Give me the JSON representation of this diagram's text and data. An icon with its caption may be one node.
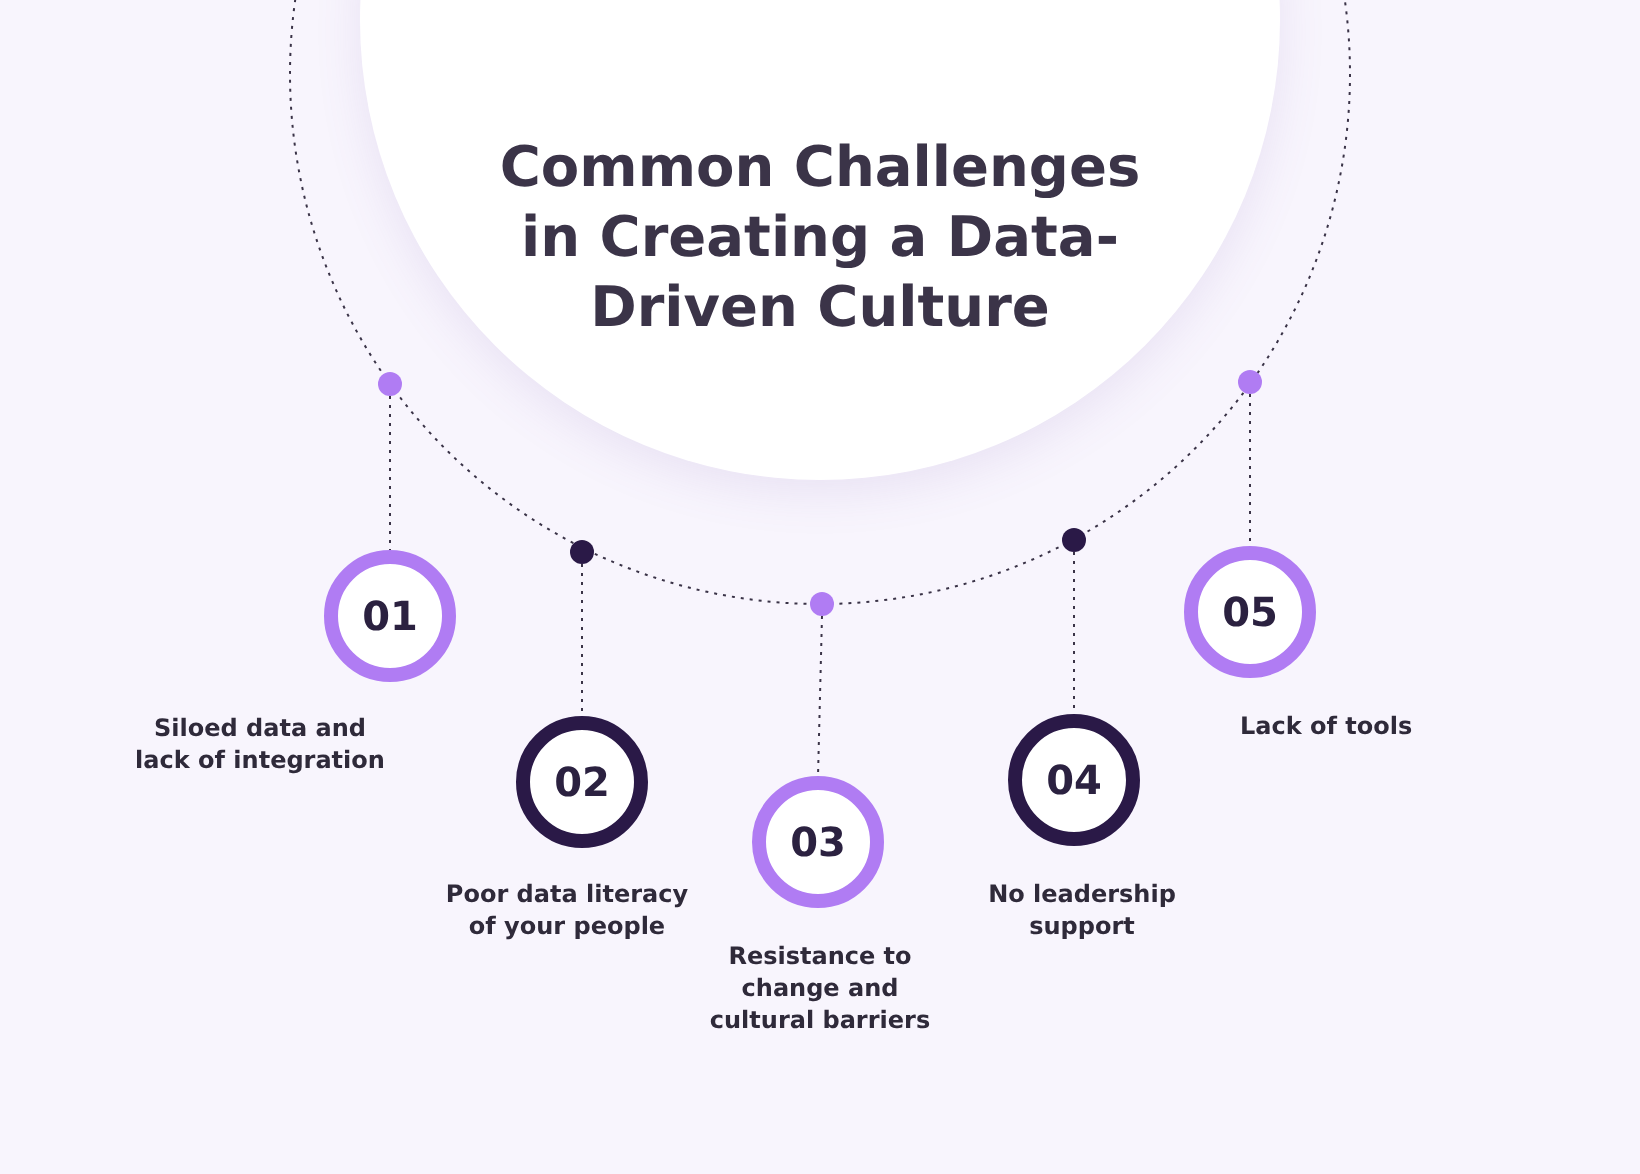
{
  "diagram": {
    "title": "Common Challenges in Creating a Data-Driven Culture",
    "nodes": [
      {
        "text": [],
        "shape": "circle"
      },
      {
        "text": [],
        "shape": "circle"
      },
      {
        "text": [],
        "shape": "circle"
      },
      {
        "text": [],
        "shape": "circle"
      },
      {
        "text": [],
        "shape": "circle"
      },
      {
        "text": [
          "01"
        ],
        "beside": [
          "Siloed data and lack of integration"
        ]
      },
      {
        "text": [
          "02"
        ],
        "beside": [
          "Poor data literacy of your people"
        ]
      },
      {
        "text": [
          "03"
        ],
        "beside": [
          "Resistance to change and cultural barriers"
        ]
      },
      {
        "text": [
          "04"
        ],
        "beside": [
          "No leadership support"
        ]
      },
      {
        "text": [
          "05"
        ],
        "beside": [
          "Lack of tools"
        ]
      }
    ],
    "edges": [
      {
        "from": 0,
        "to": 5,
        "arrow": "none",
        "style": "dashed"
      },
      {
        "from": 1,
        "to": 6,
        "arrow": "none",
        "style": "dashed"
      },
      {
        "from": 2,
        "to": 7,
        "arrow": "none",
        "style": "dashed"
      },
      {
        "from": 3,
        "to": 8,
        "arrow": "none",
        "style": "dashed"
      },
      {
        "from": 4,
        "to": 9,
        "arrow": "none",
        "style": "dashed"
      }
    ]
  }
}
